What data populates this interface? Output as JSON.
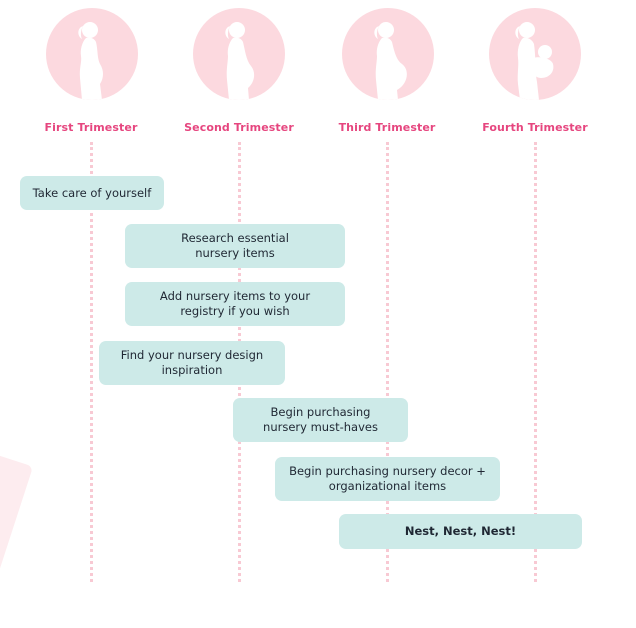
{
  "trimesters": [
    {
      "label": "First Trimester",
      "icon": "pregnant-silhouette-icon"
    },
    {
      "label": "Second Trimester",
      "icon": "pregnant-silhouette-icon"
    },
    {
      "label": "Third Trimester",
      "icon": "pregnant-silhouette-icon"
    },
    {
      "label": "Fourth Trimester",
      "icon": "mother-with-baby-icon"
    }
  ],
  "tasks": [
    {
      "text": "Take care of yourself"
    },
    {
      "text": "Research essential\nnursery items"
    },
    {
      "text": "Add nursery items to your\nregistry if you wish"
    },
    {
      "text": "Find your nursery design\ninspiration"
    },
    {
      "text": "Begin purchasing\nnursery must-haves"
    },
    {
      "text": "Begin purchasing nursery decor +\norganizational items"
    },
    {
      "text": "Nest, Nest, Nest!"
    }
  ],
  "colors": {
    "accent_pink": "#e6467f",
    "circle_pink": "#fcd9df",
    "dot_pink": "#f8c9d3",
    "task_teal": "#cdeae8"
  }
}
